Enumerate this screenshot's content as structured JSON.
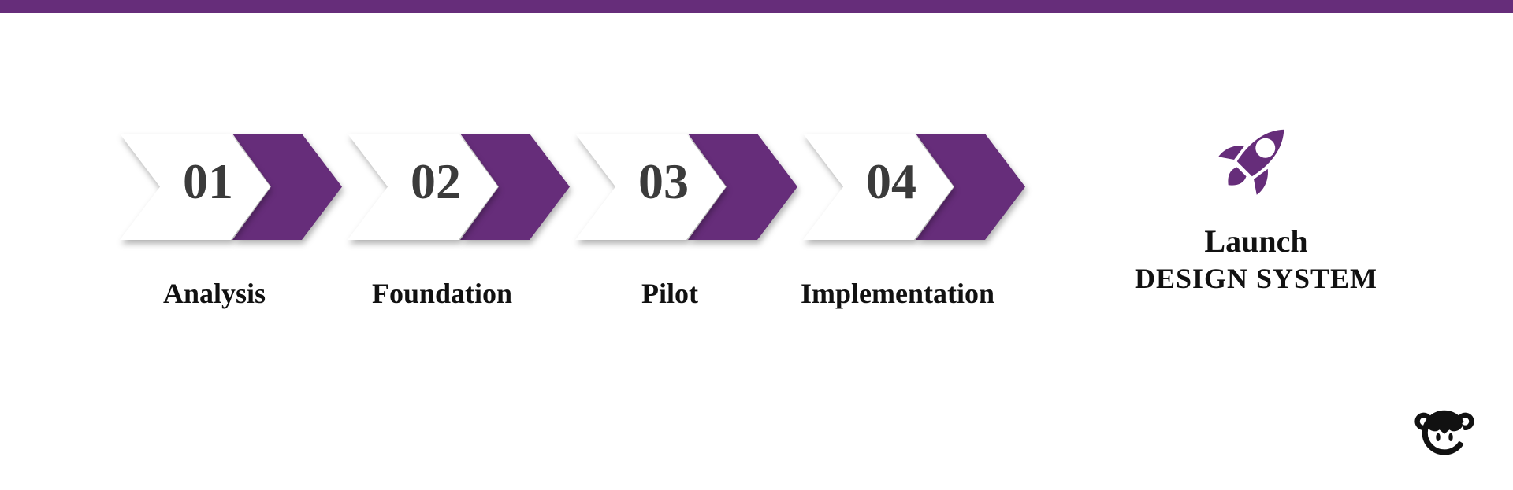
{
  "slide": {
    "type": "process-diagram",
    "background": "#FFFFFF"
  },
  "colors": {
    "accent_purple": "#662D7A",
    "step_number_gray": "#3B3B3B",
    "text_black": "#111111"
  },
  "top_bar": {
    "color": "#662D7A"
  },
  "steps": [
    {
      "number": "01",
      "label": "Analysis"
    },
    {
      "number": "02",
      "label": "Foundation"
    },
    {
      "number": "03",
      "label": "Pilot"
    },
    {
      "number": "04",
      "label": "Implementation"
    }
  ],
  "outcome": {
    "icon": "rocket-icon",
    "line1": "Launch",
    "line2": "DESIGN SYSTEM"
  },
  "branding": {
    "icon": "monkey-logo"
  }
}
